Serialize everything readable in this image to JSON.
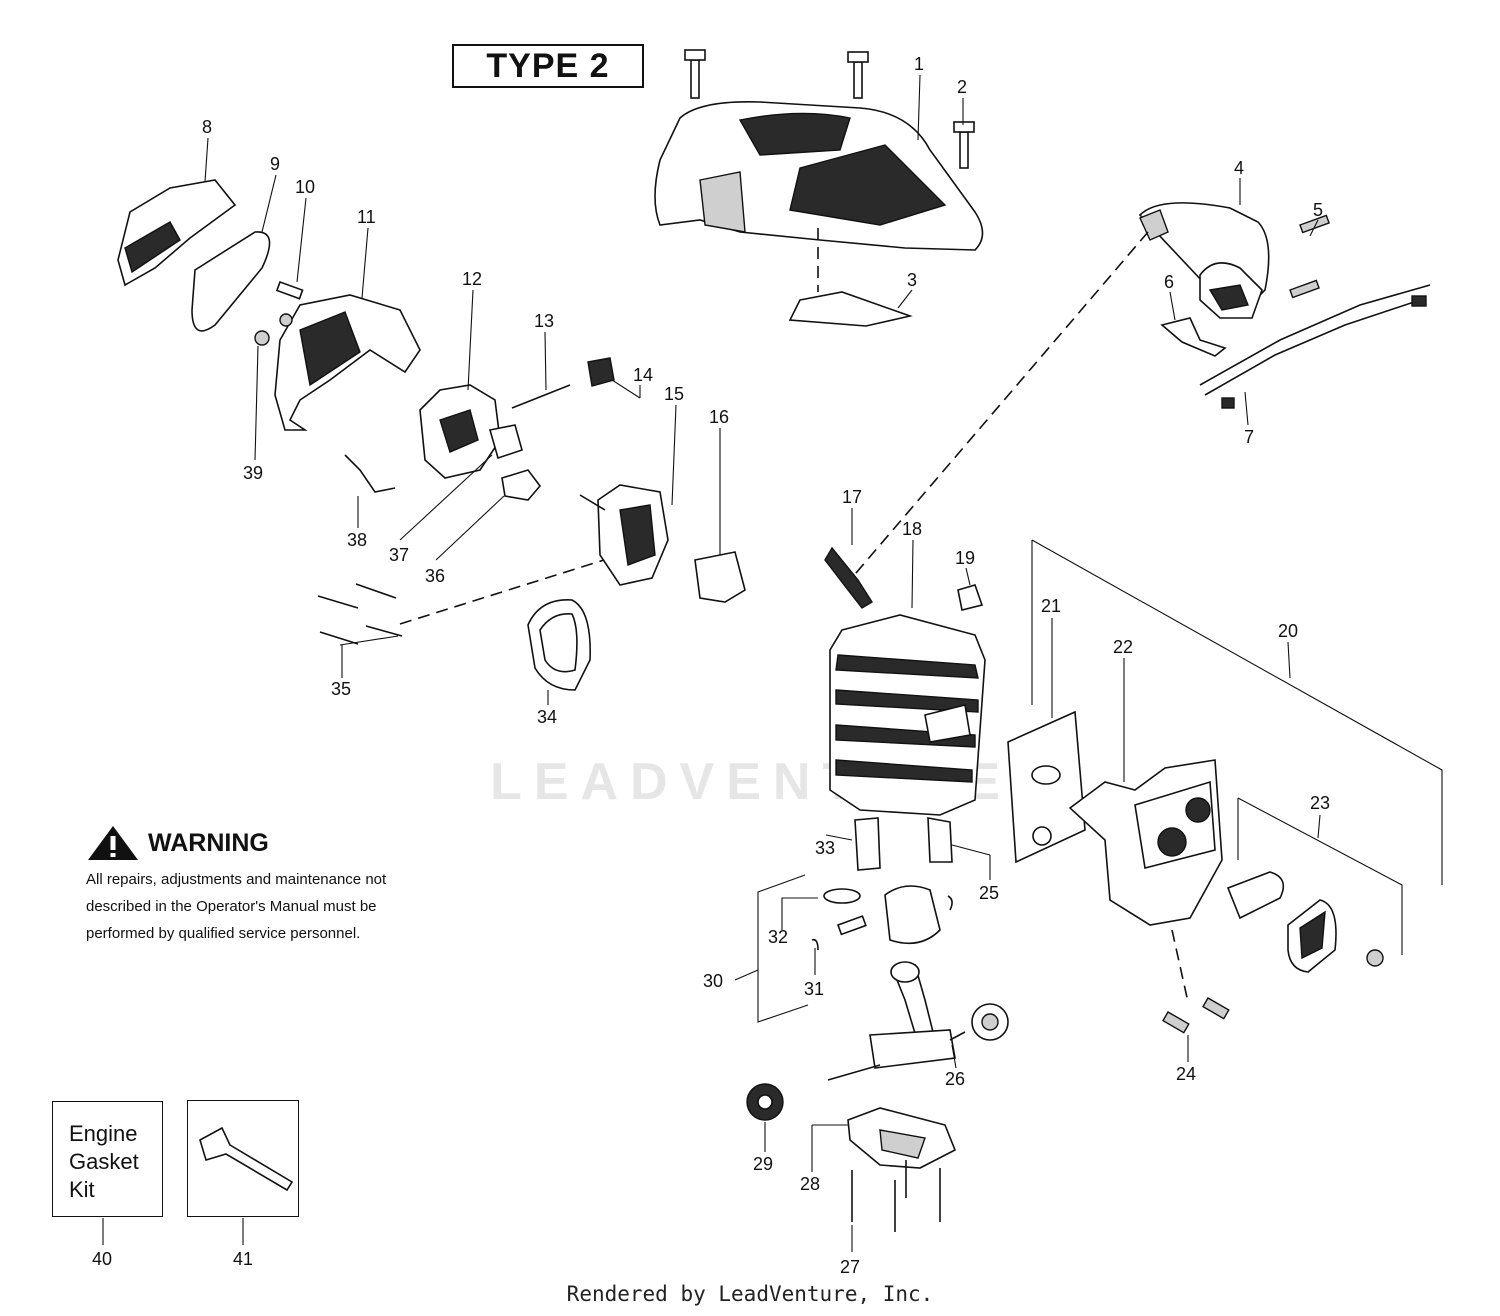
{
  "header": {
    "type_label": "TYPE   2"
  },
  "warning": {
    "title": "WARNING",
    "lines": [
      "All repairs, adjustments and maintenance not",
      "described in the Operator's Manual must be",
      "performed by qualified  service personnel."
    ]
  },
  "kit": {
    "lines": [
      "Engine",
      "Gasket",
      "Kit"
    ]
  },
  "watermark": "LEADVENTURE",
  "footer": "Rendered by LeadVenture, Inc.",
  "callouts": {
    "c1": "1",
    "c2": "2",
    "c3": "3",
    "c4": "4",
    "c5": "5",
    "c6": "6",
    "c7": "7",
    "c8": "8",
    "c9": "9",
    "c10": "10",
    "c11": "11",
    "c12": "12",
    "c13": "13",
    "c14": "14",
    "c15": "15",
    "c16": "16",
    "c17": "17",
    "c18": "18",
    "c19": "19",
    "c20": "20",
    "c21": "21",
    "c22": "22",
    "c23": "23",
    "c24": "24",
    "c25": "25",
    "c26": "26",
    "c27": "27",
    "c28": "28",
    "c29": "29",
    "c30": "30",
    "c31": "31",
    "c32": "32",
    "c33": "33",
    "c34": "34",
    "c35": "35",
    "c36": "36",
    "c37": "37",
    "c38": "38",
    "c39": "39",
    "c40": "40",
    "c41": "41"
  },
  "icons": {
    "warning": "warning-triangle-icon",
    "tool": "scrench-tool-icon"
  }
}
